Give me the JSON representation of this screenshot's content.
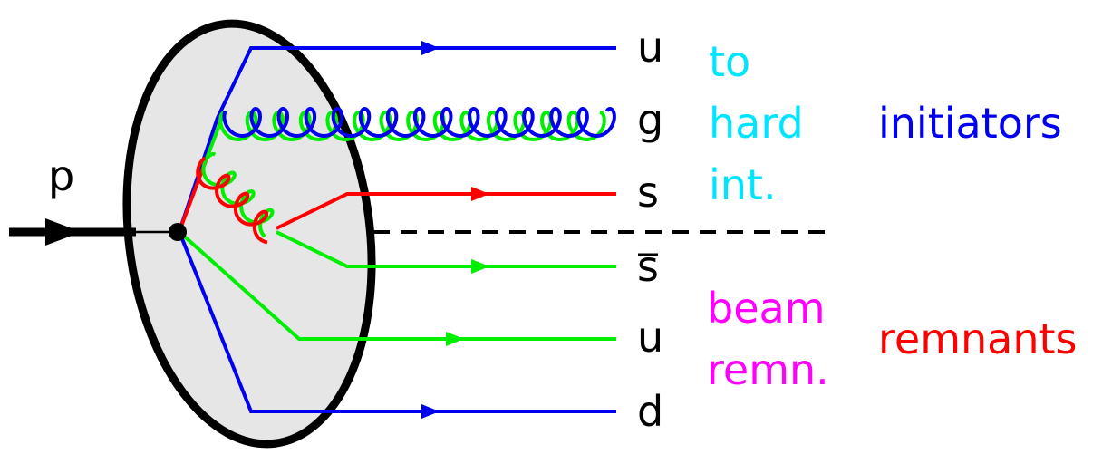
{
  "colors": {
    "blue": "#0000ee",
    "red": "#ff0000",
    "green": "#00ee00",
    "cyan": "#00e5ff",
    "magenta": "#ff00ff",
    "black": "#000000",
    "blob_fill": "#e6e6e6"
  },
  "incoming": {
    "label": "p"
  },
  "partons": [
    {
      "label": "u"
    },
    {
      "label": "g"
    },
    {
      "label": "s"
    },
    {
      "label": "s"
    },
    {
      "label": "u"
    },
    {
      "label": "d"
    }
  ],
  "annotations": {
    "to_hard_int": [
      "to",
      "hard",
      "int."
    ],
    "beam_remn": [
      "beam",
      "remn."
    ],
    "initiators": "initiators",
    "remnants": "remnants"
  }
}
